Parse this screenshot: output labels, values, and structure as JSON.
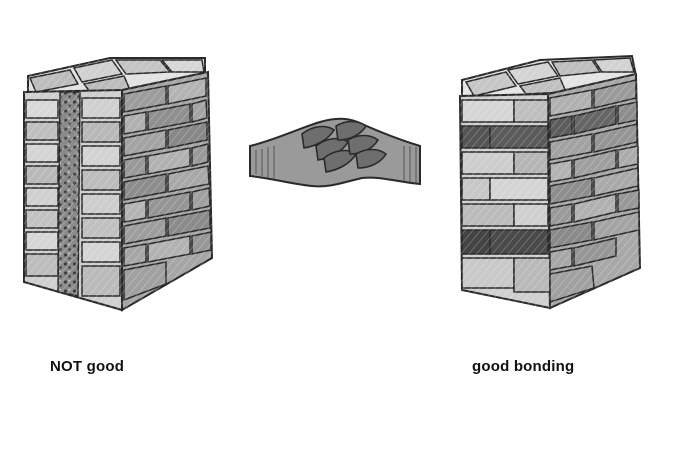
{
  "labels": {
    "bad": "NOT good",
    "good": "good bonding"
  },
  "illustrations": {
    "bad": "brick-pillar-with-continuous-vertical-joint",
    "middle": "interlocked-hands",
    "good": "brick-pillar-with-interlocked-bond"
  },
  "colors": {
    "brick_light": "#d6d6d6",
    "brick_mid": "#a9a9a9",
    "brick_dark": "#6e6e6e",
    "mortar": "#5a5a5a",
    "outline": "#2a2a2a",
    "dark_band": "#4a4a4a"
  }
}
